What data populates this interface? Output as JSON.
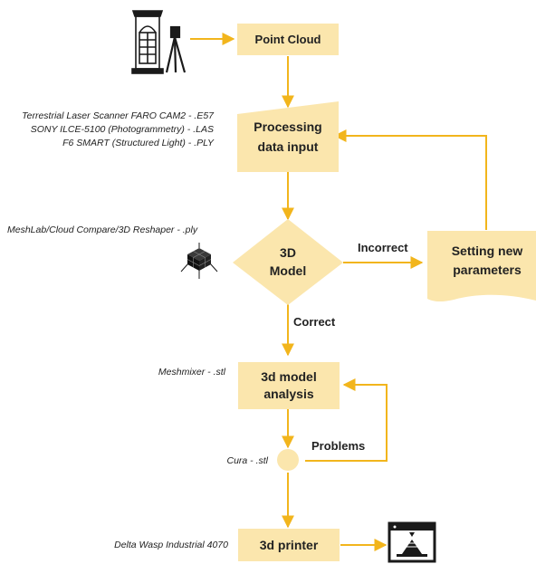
{
  "colors": {
    "box_fill": "#fbe6ad",
    "arrow": "#f2b51c",
    "text": "#222222",
    "icon": "#1a1a1a"
  },
  "icons": {
    "building": "building-window-icon",
    "scanner": "tripod-scanner-icon",
    "cube": "3d-cube-icon",
    "printer": "3d-printer-icon"
  },
  "nodes": {
    "point_cloud": "Point Cloud",
    "processing": {
      "line1": "Processing",
      "line2": "data input"
    },
    "model": {
      "line1": "3D",
      "line2": "Model"
    },
    "setting": {
      "line1": "Setting new",
      "line2": "parameters"
    },
    "analysis": {
      "line1": "3d model",
      "line2": "analysis"
    },
    "printer": "3d printer"
  },
  "edges": {
    "incorrect": "Incorrect",
    "correct": "Correct",
    "problems": "Problems"
  },
  "annotations": {
    "inputs": [
      "Terrestrial Laser Scanner FARO CAM2 - .E57",
      "SONY ILCE-5100 (Photogrammetry) - .LAS",
      "F6 SMART (Structured Light) - .PLY"
    ],
    "model_tools": "MeshLab/Cloud Compare/3D Reshaper - .ply",
    "analysis_tool": "Meshmixer - .stl",
    "slicer": "Cura - .stl",
    "printer_model": "Delta Wasp Industrial 4070"
  }
}
